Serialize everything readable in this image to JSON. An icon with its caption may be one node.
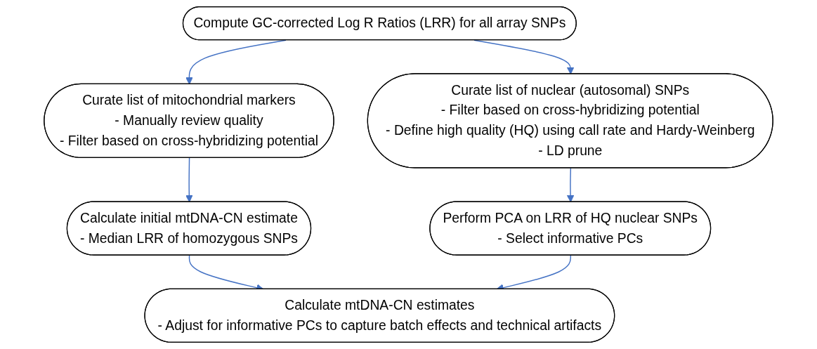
{
  "diagram": {
    "nodes": [
      {
        "text": [
          "Compute GC-corrected Log R Ratios (LRR) for all array SNPs"
        ]
      },
      {
        "text": [
          "Curate list of mitochondrial markers",
          "- Manually review quality",
          "- Filter based on cross-hybridizing potential"
        ]
      },
      {
        "text": [
          "Curate list of nuclear (autosomal) SNPs",
          "- Filter based on cross-hybridizing potential",
          "- Define high quality (HQ) using call rate and Hardy-Weinberg",
          "- LD prune"
        ]
      },
      {
        "text": [
          "Calculate initial mtDNA-CN estimate",
          "- Median LRR of homozygous SNPs"
        ]
      },
      {
        "text": [
          "Perform PCA on LRR of HQ nuclear SNPs",
          "- Select informative PCs"
        ]
      },
      {
        "text": [
          "Calculate mtDNA-CN estimates",
          "- Adjust for informative PCs to capture batch effects and technical artifacts"
        ]
      }
    ],
    "edges": [
      {
        "from": 0,
        "to": 1,
        "arrow": "to"
      },
      {
        "from": 0,
        "to": 2,
        "arrow": "to"
      },
      {
        "from": 1,
        "to": 3,
        "arrow": "to"
      },
      {
        "from": 2,
        "to": 4,
        "arrow": "to"
      },
      {
        "from": 3,
        "to": 5,
        "arrow": "to"
      },
      {
        "from": 4,
        "to": 5,
        "arrow": "to"
      }
    ]
  }
}
